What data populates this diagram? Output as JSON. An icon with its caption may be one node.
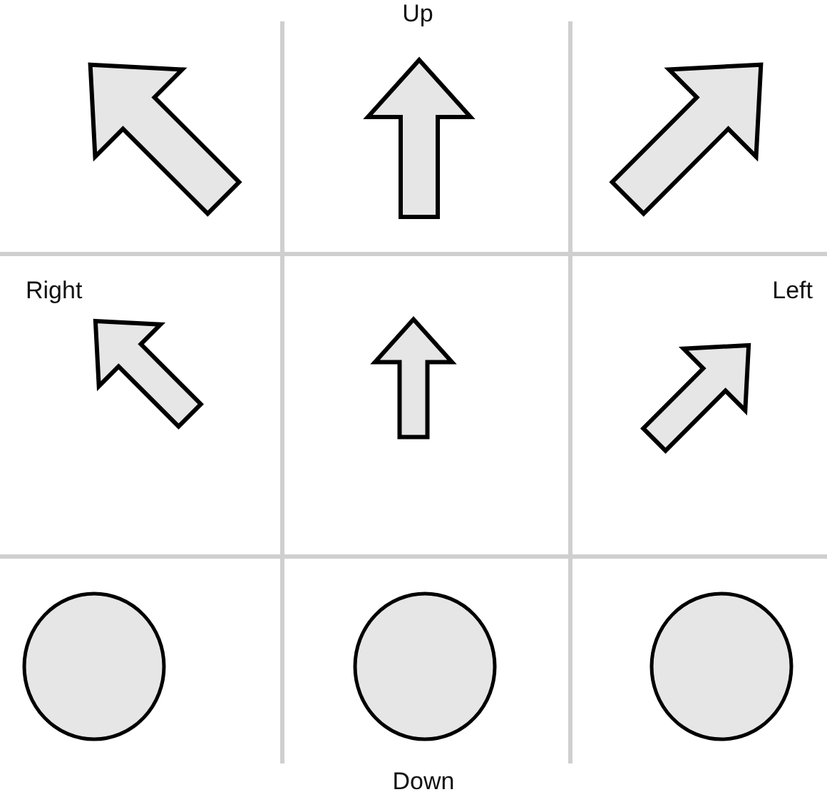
{
  "diagram": {
    "nodes": [
      {
        "text": [],
        "shape": "circle"
      },
      {
        "text": [],
        "shape": "circle"
      },
      {
        "text": [],
        "shape": "circle"
      }
    ],
    "labels": [
      "Up",
      "Right",
      "Left",
      "Down"
    ]
  }
}
